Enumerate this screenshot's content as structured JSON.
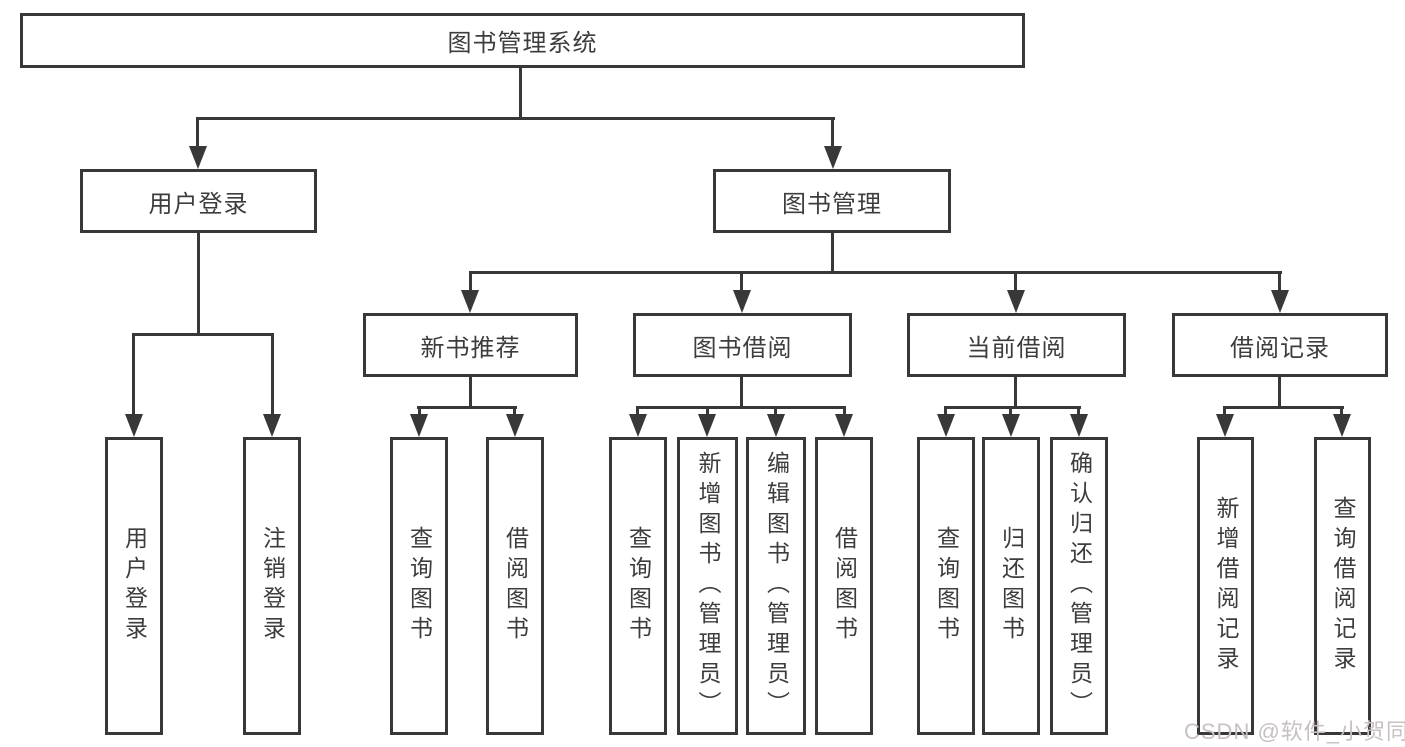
{
  "tree": {
    "label": "图书管理系统",
    "children": [
      {
        "label": "用户登录",
        "children": [
          {
            "label": "用户登录"
          },
          {
            "label": "注销登录"
          }
        ]
      },
      {
        "label": "图书管理",
        "children": [
          {
            "label": "新书推荐",
            "children": [
              {
                "label": "查询图书"
              },
              {
                "label": "借阅图书"
              }
            ]
          },
          {
            "label": "图书借阅",
            "children": [
              {
                "label": "查询图书"
              },
              {
                "label": "新增图书（管理员）"
              },
              {
                "label": "编辑图书（管理员）"
              },
              {
                "label": "借阅图书"
              }
            ]
          },
          {
            "label": "当前借阅",
            "children": [
              {
                "label": "查询图书"
              },
              {
                "label": "归还图书"
              },
              {
                "label": "确认归还（管理员）"
              }
            ]
          },
          {
            "label": "借阅记录",
            "children": [
              {
                "label": "新增借阅记录"
              },
              {
                "label": "查询借阅记录"
              }
            ]
          }
        ]
      }
    ]
  },
  "watermark": {
    "text": "CSDN @软件_小贺同学"
  },
  "colors": {
    "line": "#383838",
    "text": "#3d3d3d",
    "watermark": "#c9c0c0",
    "background": "#ffffff"
  }
}
